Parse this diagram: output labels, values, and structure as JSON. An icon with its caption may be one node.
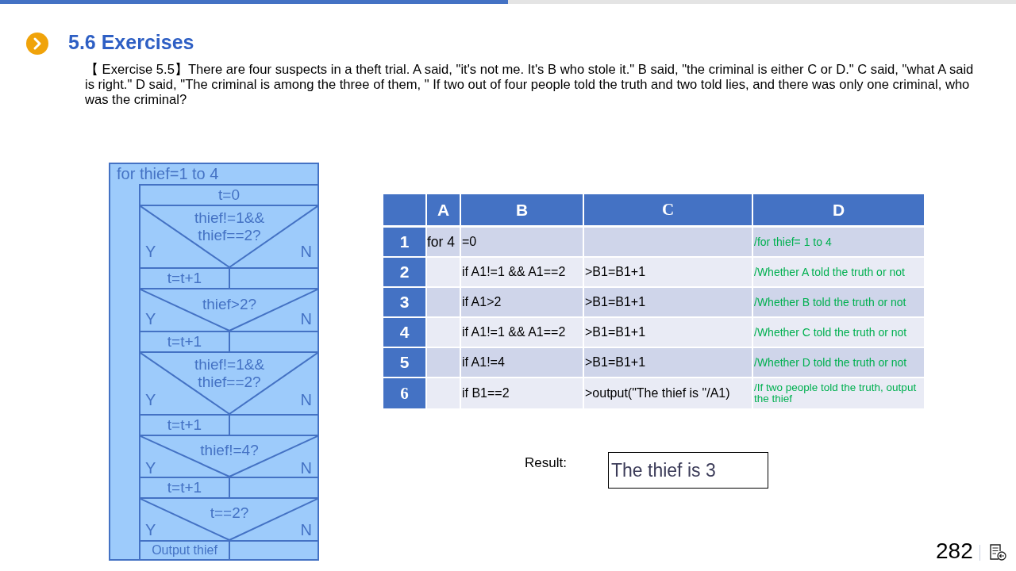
{
  "diagram": {
    "title": "5.6 Exercises",
    "nodes": [
      {
        "text": [
          "for thief=1 to 4"
        ]
      },
      {
        "text": [
          "t=0"
        ],
        "in": 0
      },
      {
        "text": [
          "thief!=1&& thief==2?",
          "Y",
          "N"
        ],
        "in": 0
      },
      {
        "text": [
          "t=t+1"
        ],
        "in": 0
      },
      {
        "text": [],
        "shape": "box",
        "in": 0
      },
      {
        "text": [
          "thief>2?",
          "Y",
          "N"
        ],
        "in": 0
      },
      {
        "text": [
          "t=t+1"
        ],
        "in": 0
      },
      {
        "text": [],
        "shape": "box",
        "in": 0
      },
      {
        "text": [
          "thief!=1&& thief==2?",
          "Y",
          "N"
        ],
        "in": 0
      },
      {
        "text": [
          "t=t+1"
        ],
        "in": 0
      },
      {
        "text": [],
        "shape": "box",
        "in": 0
      },
      {
        "text": [
          "thief!=4?",
          "Y",
          "N"
        ],
        "in": 0
      },
      {
        "text": [
          "t=t+1"
        ],
        "in": 0
      },
      {
        "text": [],
        "shape": "box",
        "in": 0
      },
      {
        "text": [
          "t==2?",
          "Y",
          "N"
        ],
        "in": 0
      },
      {
        "text": [
          "Output thief"
        ],
        "in": 0
      },
      {
        "text": [],
        "shape": "box",
        "in": 0
      },
      {
        "text": [
          "The thief is 3"
        ],
        "beside": [
          "Result:"
        ]
      }
    ],
    "labels": [
      "【 Exercise 5.5】There are four suspects in a theft trial. A said, \"it's not me. It's B who stole it.\" B said, \"the criminal is either C or D.\" C said, \"what A said is right.\" D said, \"The criminal is among the three of them, \" If two out of four people told the truth and two told lies, and there was only one criminal, who was the criminal?",
      "A",
      "B",
      "C",
      "D",
      "1",
      "for 4",
      "=0",
      "/for thief= 1 to 4",
      "2",
      "if A1!=1 && A1==2",
      ">B1=B1+1",
      "/Whether A told the truth or not",
      "3",
      "if A1>2",
      ">B1=B1+1",
      "/Whether B told the truth or not",
      "4",
      "if A1!=1 && A1==2",
      ">B1=B1+1",
      "/Whether C told the truth or not",
      "5",
      "if A1!=4",
      ">B1=B1+1",
      "/Whether D told the truth or not",
      "6",
      "if B1==2",
      ">output(\"The thief is \"/A1)",
      "/If two people told the truth, output the thief",
      "282"
    ]
  }
}
